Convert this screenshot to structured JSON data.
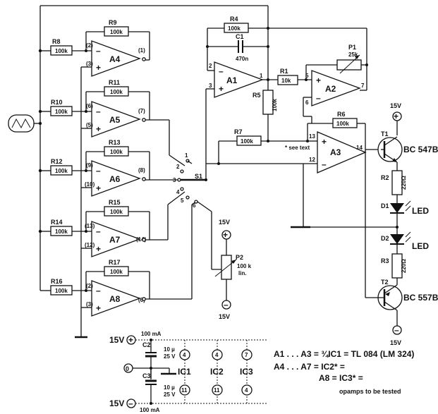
{
  "amps": [
    {
      "name": "A4",
      "r_in": "R8",
      "r_in_val": "100k",
      "r_fb": "R9",
      "r_fb_val": "100k",
      "pin_inv": "(2)",
      "pin_non": "(3)",
      "pin_out": "(1)"
    },
    {
      "name": "A5",
      "r_in": "R10",
      "r_in_val": "100k",
      "r_fb": "R11",
      "r_fb_val": "100k",
      "pin_inv": "(6)",
      "pin_non": "(5)",
      "pin_out": "(7)"
    },
    {
      "name": "A6",
      "r_in": "R12",
      "r_in_val": "100k",
      "r_fb": "R13",
      "r_fb_val": "100k",
      "pin_inv": "(9)",
      "pin_non": "(10)",
      "pin_out": "(8)"
    },
    {
      "name": "A7",
      "r_in": "R14",
      "r_in_val": "100k",
      "r_fb": "R15",
      "r_fb_val": "100k",
      "pin_inv": "(13)",
      "pin_non": "(12)",
      "pin_out": "(14)"
    },
    {
      "name": "A8",
      "r_in": "R16",
      "r_in_val": "100k",
      "r_fb": "R17",
      "r_fb_val": "100k",
      "pin_inv": "(2)",
      "pin_non": "(3)",
      "pin_out": "(6)"
    }
  ],
  "switch": {
    "name": "S1",
    "positions": [
      "1",
      "2",
      "3",
      "4",
      "5",
      "6"
    ]
  },
  "a1": {
    "name": "A1",
    "pin_inv": "2",
    "pin_non": "3",
    "pin_out": "1"
  },
  "a2": {
    "name": "A2",
    "pin_a": "5",
    "pin_b": "6",
    "pin_out": "7"
  },
  "a3": {
    "name": "A3",
    "pin_a": "13",
    "pin_b": "12",
    "pin_out": "14"
  },
  "r4": {
    "name": "R4",
    "value": "100k"
  },
  "c1": {
    "name": "C1",
    "value": "470n"
  },
  "r1": {
    "name": "R1",
    "value": "10k"
  },
  "r5": {
    "name": "R5",
    "value": "100k"
  },
  "p1": {
    "name": "P1",
    "value": "25k"
  },
  "r6": {
    "name": "R6",
    "value": "100k"
  },
  "r7": {
    "name": "R7",
    "value": "100k"
  },
  "see_text": "* see text",
  "p2": {
    "name": "P2",
    "value": "100 k",
    "note": "lin.",
    "top": "15V",
    "bottom": "15V"
  },
  "t1": {
    "name": "T1",
    "type": "BC 547B"
  },
  "t2": {
    "name": "T2",
    "type": "BC 557B"
  },
  "r2": {
    "name": "R2",
    "value": "220Ω"
  },
  "r3": {
    "name": "R3",
    "value": "220Ω"
  },
  "d1": {
    "name": "D1",
    "label": "LED"
  },
  "d2": {
    "name": "D2",
    "label": "LED"
  },
  "rail_top": "15V",
  "rail_bottom": "15V",
  "supply": {
    "pos": "15V",
    "neg": "15V",
    "zero": "0",
    "cur_top": "100 mA",
    "cur_bot": "100 mA",
    "c2": "C2",
    "c2_val": "10 µ",
    "c2_v": "25 V",
    "c3": "C3",
    "c3_val": "10 µ",
    "c3_v": "25 V",
    "ics": [
      {
        "name": "IC1",
        "top": "4",
        "bot": "11"
      },
      {
        "name": "IC2",
        "top": "4",
        "bot": "11"
      },
      {
        "name": "IC3",
        "top": "7",
        "bot": "4"
      }
    ]
  },
  "notes": [
    "A1 . . . A3 = ¾IC1 = TL 084 (LM 324)",
    "A4 . . . A7 = IC2* =",
    "A8 = IC3* =",
    "opamps to be tested"
  ]
}
